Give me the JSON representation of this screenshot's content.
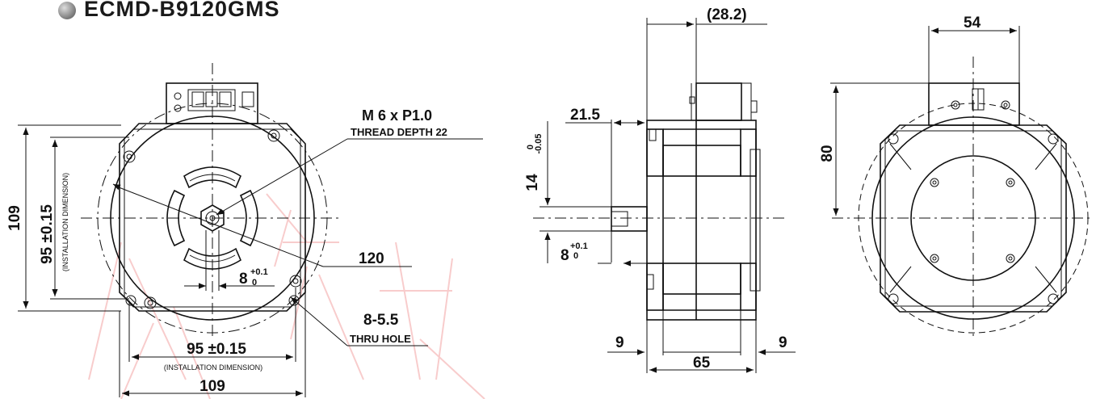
{
  "title": "ECMD-B9120GMS",
  "front_view": {
    "thread_spec": "M   6 x P1.0",
    "thread_depth": "THREAD DEPTH 22",
    "overall_height": "109",
    "install_height": "95 ±0.15",
    "install_note_vertical": "(INSTALLATION DIMENSION)",
    "pcd": "120",
    "shaft_dim_base": "8",
    "shaft_dim_tol_upper": "+0.1",
    "shaft_dim_tol_lower": "0",
    "hole_spec": "8-5.5",
    "hole_note": "THRU HOLE",
    "install_width": "95 ±0.15",
    "install_note_horizontal": "(INSTALLATION DIMENSION)",
    "overall_width": "109"
  },
  "side_view": {
    "top_dim": "(28.2)",
    "shaft_length": "21.5",
    "key_height_base": "14",
    "key_height_tol_upper": "0",
    "key_height_tol_lower": "-0.05",
    "key_width_base": "8",
    "key_width_tol_upper": "+0.1",
    "key_width_tol_lower": "0",
    "left_flange": "9",
    "body_length": "65",
    "right_flange": "9"
  },
  "rear_view": {
    "connector_width": "54",
    "connector_height": "80"
  }
}
